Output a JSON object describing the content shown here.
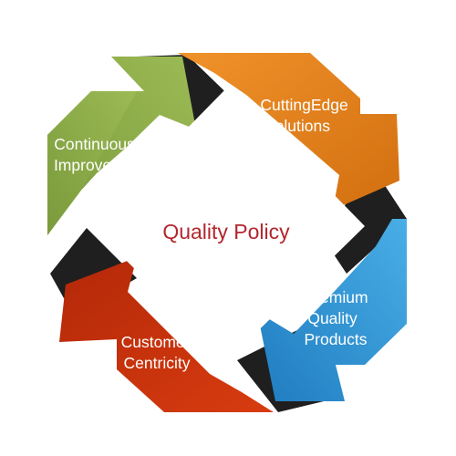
{
  "center_title": "Quality Policy",
  "segments": [
    {
      "id": "continuous-improvement",
      "lines": [
        "Continuous",
        "Improvement"
      ],
      "color": "#8bab47",
      "color_dark": "#6f8d36"
    },
    {
      "id": "cutting-edge-solutions",
      "lines": [
        "CuttingEdge",
        "Solutions"
      ],
      "color": "#e0821d",
      "color_dark": "#b5600e"
    },
    {
      "id": "premium-quality-products",
      "lines": [
        "Premium",
        "Quality",
        "Products"
      ],
      "color": "#2f95d4",
      "color_dark": "#1d6da6"
    },
    {
      "id": "customer-centricity",
      "lines": [
        "Customer",
        "Centricity"
      ],
      "color": "#c9310d",
      "color_dark": "#9c1f06"
    }
  ],
  "colors": {
    "center_text": "#b2262e",
    "fold_shadow": "#1f1f1f",
    "inner_fill": "#ffffff"
  }
}
